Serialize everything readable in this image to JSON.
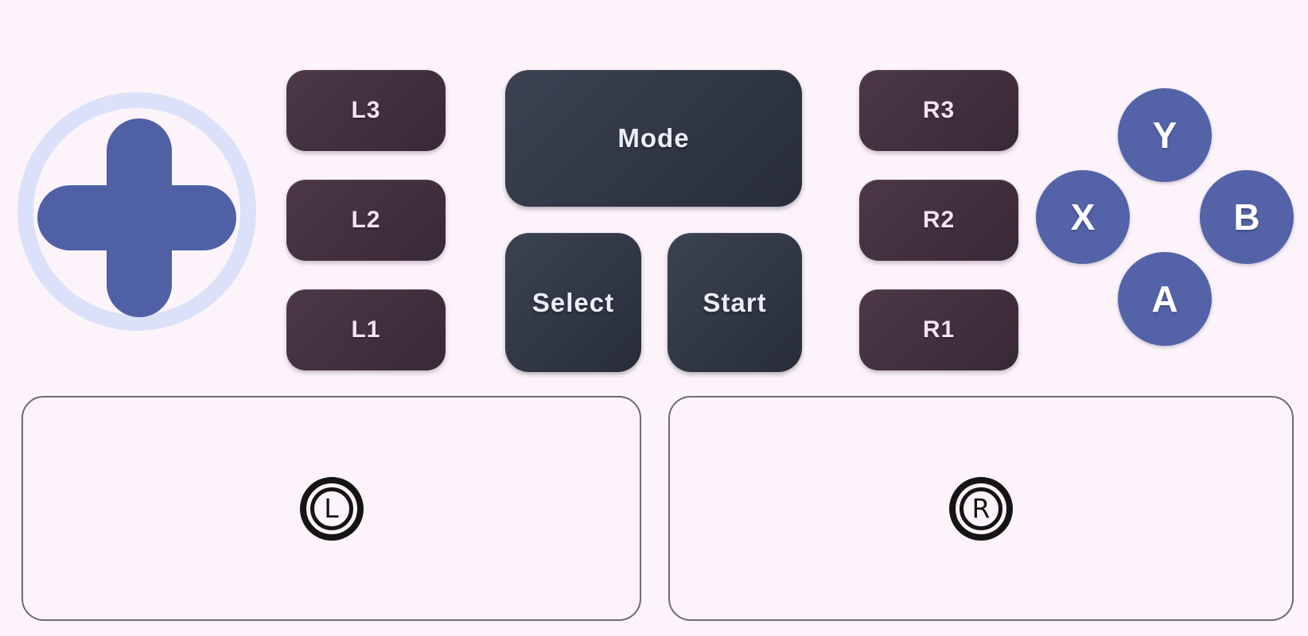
{
  "controller": {
    "dpad": {
      "name": "directional pad"
    },
    "shoulders": {
      "left": [
        {
          "label": "L3"
        },
        {
          "label": "L2"
        },
        {
          "label": "L1"
        }
      ],
      "right": [
        {
          "label": "R3"
        },
        {
          "label": "R2"
        },
        {
          "label": "R1"
        }
      ]
    },
    "system": {
      "mode": "Mode",
      "select": "Select",
      "start": "Start"
    },
    "face": {
      "y": "Y",
      "x": "X",
      "b": "B",
      "a": "A"
    },
    "sticks": {
      "left": "L",
      "right": "R"
    }
  },
  "colors": {
    "background": "#fdf4fb",
    "shoulder_gradient_start": "#4c3847",
    "shoulder_gradient_end": "#392837",
    "shoulder_text": "#f7e3f1",
    "system_gradient_start": "#3b4251",
    "system_gradient_end": "#282d39",
    "system_text": "#eceef8",
    "face_fill": "#5463a7",
    "face_text": "#ffffff",
    "dpad_cross": "#4f60a5",
    "dpad_ring": "#dbe1f8",
    "stick_zone_border": "#6d6a75",
    "stick_icon": "#151515"
  }
}
